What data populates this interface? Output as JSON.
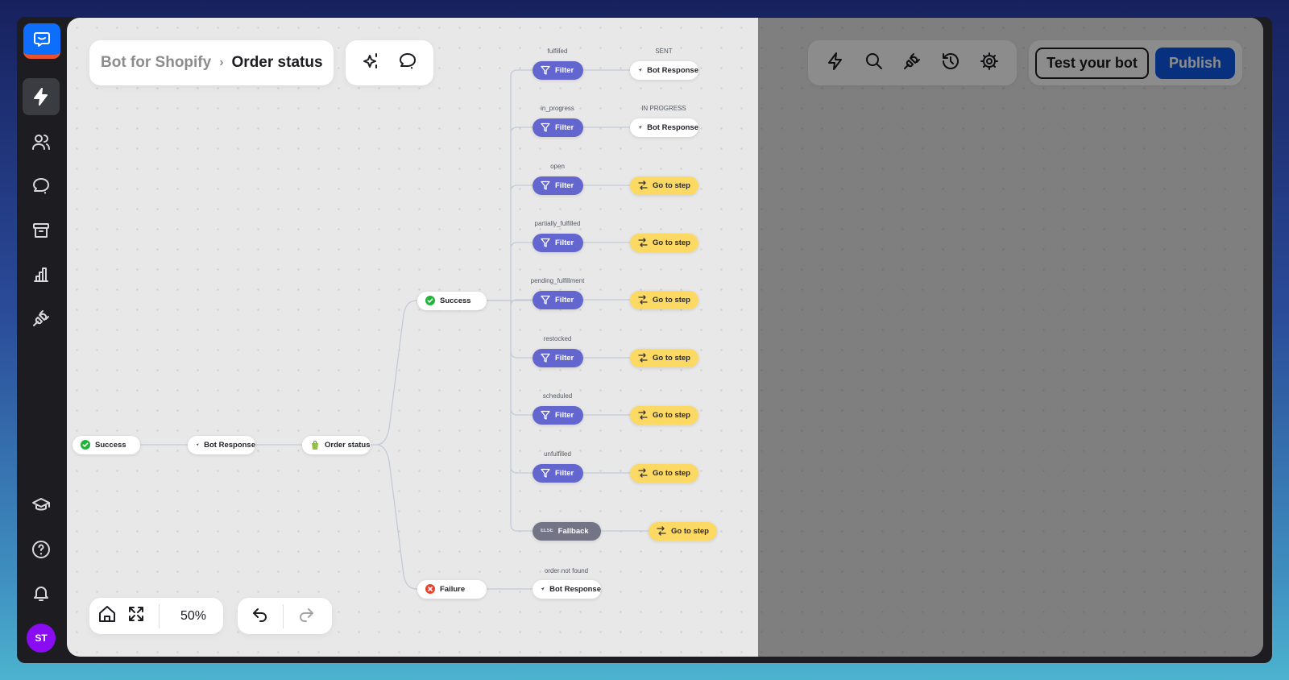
{
  "breadcrumb": {
    "parent": "Bot for Shopify",
    "current": "Order status"
  },
  "toolbar": {
    "test_label": "Test your bot",
    "publish_label": "Publish"
  },
  "zoom": {
    "level": "50%"
  },
  "user": {
    "initials": "ST"
  },
  "colors": {
    "filter": "#6466d0",
    "goto": "#fcd963",
    "fallback": "#737587",
    "publish": "#0d5ae6",
    "avatar": "#8a0cf3"
  },
  "flow": {
    "start": "Success",
    "bot_response": "Bot Response",
    "order_status": "Order status",
    "success": "Success",
    "failure": "Failure",
    "branches": [
      {
        "condition": "fulfilled",
        "filter": "Filter",
        "action": "Bot Response",
        "action_label": "SENT",
        "type": "response"
      },
      {
        "condition": "in_progress",
        "filter": "Filter",
        "action": "Bot Response",
        "action_label": "IN PROGRESS",
        "type": "response"
      },
      {
        "condition": "open",
        "filter": "Filter",
        "action": "Go to step",
        "type": "goto"
      },
      {
        "condition": "partially_fulfilled",
        "filter": "Filter",
        "action": "Go to step",
        "type": "goto"
      },
      {
        "condition": "pending_fulfillment",
        "filter": "Filter",
        "action": "Go to step",
        "type": "goto"
      },
      {
        "condition": "restocked",
        "filter": "Filter",
        "action": "Go to step",
        "type": "goto"
      },
      {
        "condition": "scheduled",
        "filter": "Filter",
        "action": "Go to step",
        "type": "goto"
      },
      {
        "condition": "unfulfilled",
        "filter": "Filter",
        "action": "Go to step",
        "type": "goto"
      }
    ],
    "fallback": {
      "tag": "ELSE",
      "label": "Fallback",
      "action": "Go to step"
    },
    "failure_branch": {
      "condition": "order not found",
      "action": "Bot Response"
    }
  }
}
